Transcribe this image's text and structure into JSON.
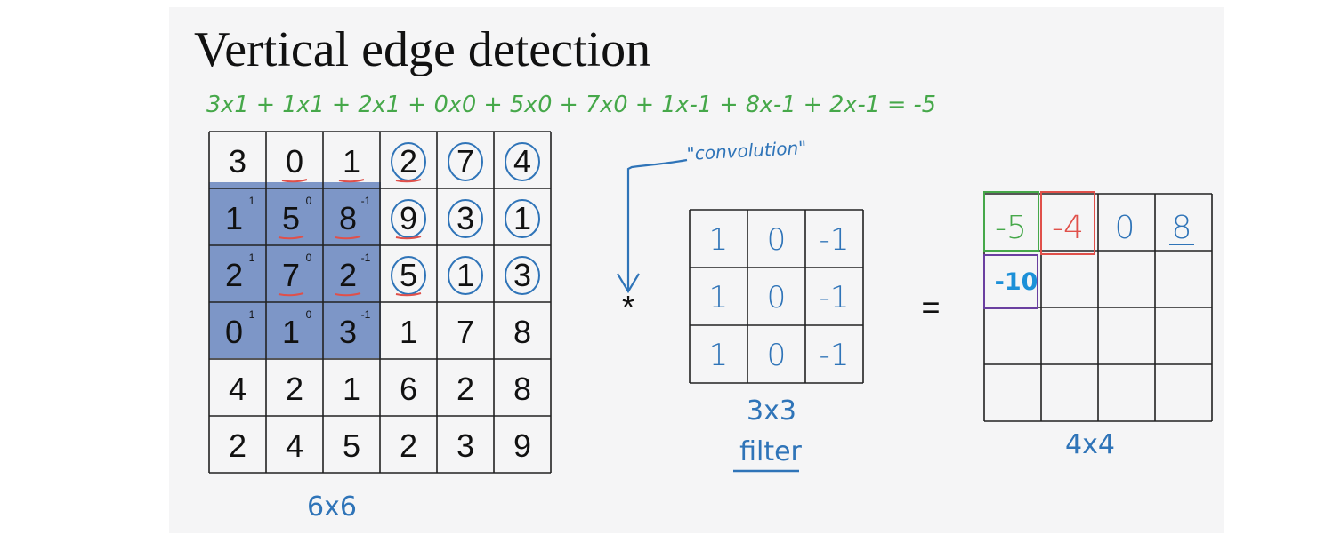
{
  "title": "Vertical edge detection",
  "equation": "3x1 + 1x1 + 2x1 + 0x0 + 5x0 + 7x0 + 1x-1 + 8x-1 + 2x-1 = -5",
  "convolution_note": "\"convolution\"",
  "operator_star": "*",
  "operator_equals": "=",
  "colors": {
    "highlight": "#7d96c7",
    "hand_green": "#46a84a",
    "hand_blue": "#2f74b8",
    "hand_red": "#e0504a",
    "hand_purple": "#6a3fa0",
    "typed_blue": "#1d90d8"
  },
  "input_matrix": {
    "label": "6x6",
    "rows": [
      [
        "3",
        "0",
        "1",
        "2",
        "7",
        "4"
      ],
      [
        "1",
        "5",
        "8",
        "9",
        "3",
        "1"
      ],
      [
        "2",
        "7",
        "2",
        "5",
        "1",
        "3"
      ],
      [
        "0",
        "1",
        "3",
        "1",
        "7",
        "8"
      ],
      [
        "4",
        "2",
        "1",
        "6",
        "2",
        "8"
      ],
      [
        "2",
        "4",
        "5",
        "2",
        "3",
        "9"
      ]
    ],
    "filter_overlay": [
      [
        "1",
        "0",
        "-1"
      ],
      [
        "1",
        "0",
        "-1"
      ],
      [
        "1",
        "0",
        "-1"
      ]
    ]
  },
  "filter_matrix": {
    "label": "3x3",
    "caption": "filter",
    "rows": [
      [
        "1",
        "0",
        "-1"
      ],
      [
        "1",
        "0",
        "-1"
      ],
      [
        "1",
        "0",
        "-1"
      ]
    ]
  },
  "output_matrix": {
    "label": "4x4",
    "row0": [
      "-5",
      "-4",
      "0",
      "8"
    ],
    "typed_value": "-10"
  }
}
